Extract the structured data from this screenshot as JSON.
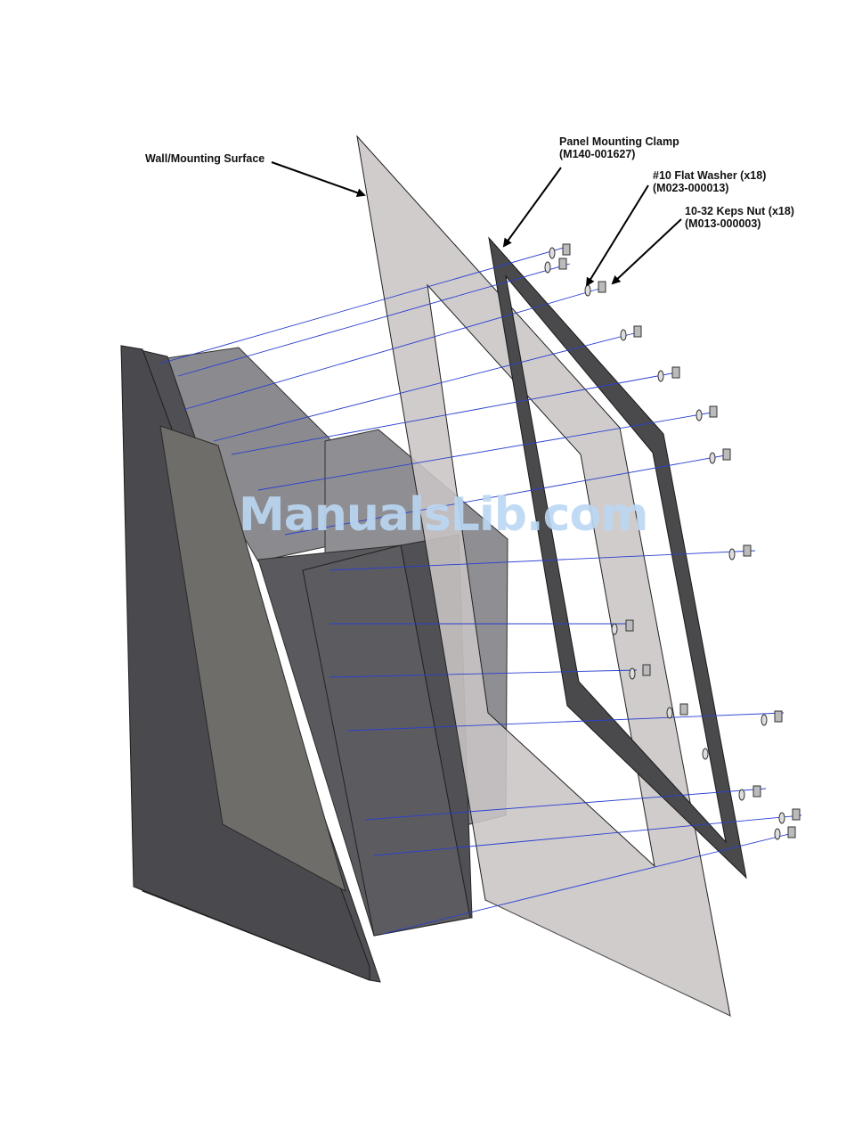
{
  "labels": {
    "wall": "Wall/Mounting Surface",
    "clamp_name": "Panel Mounting Clamp",
    "clamp_part": "(M140-001627)",
    "washer_name": "#10 Flat Washer (x18)",
    "washer_part": "(M023-000013)",
    "nut_name": "10-32 Keps Nut (x18)",
    "nut_part": "(M013-000003)"
  },
  "watermark": "ManualsLib.com",
  "colors": {
    "wall": "#c9c5c5",
    "clamp": "#4a4a4d",
    "bezel": "#505054",
    "enclosure": "#5a5a5e",
    "screen": "#6e6d6a",
    "stud_lines": "#2a3fd0",
    "watermark": "#bcd8f4"
  }
}
